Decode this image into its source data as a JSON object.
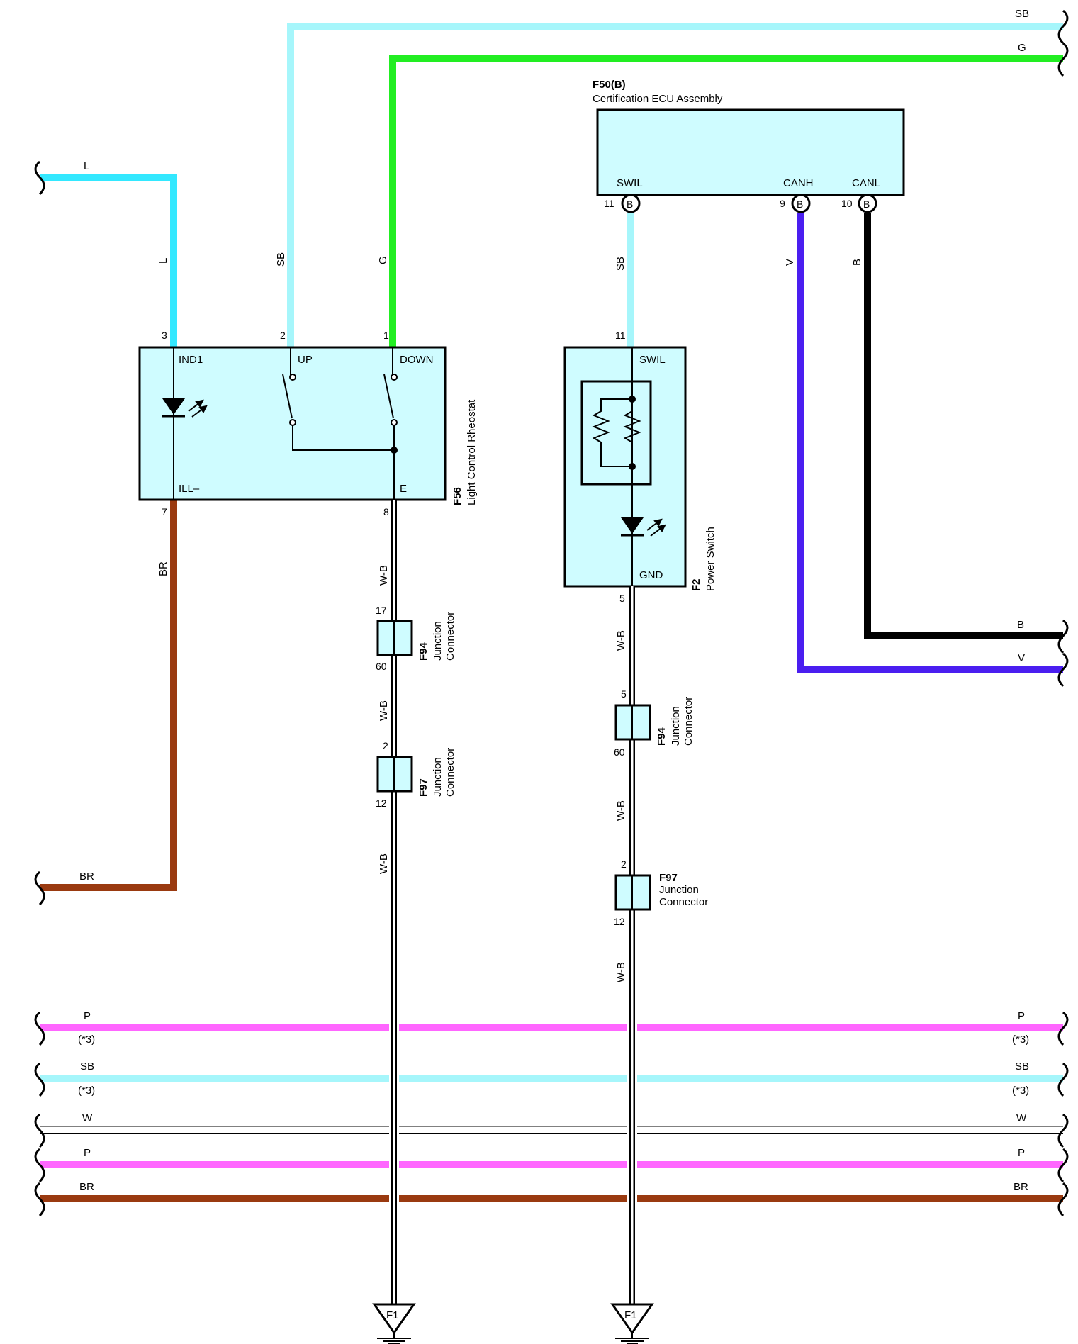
{
  "colors": {
    "L": "#33e8ff",
    "SB": "#a6f6fb",
    "G": "#22ee22",
    "V": "#4a1ef0",
    "B": "#000000",
    "BR": "#9a3a10",
    "P": "#ff66ff",
    "W": "#ffffff",
    "component_fill": "#cffcff"
  },
  "wire_colors": {
    "L": "L",
    "SB": "SB",
    "G": "G",
    "V": "V",
    "B": "B",
    "BR": "BR",
    "P": "P",
    "W": "W",
    "WB": "W-B"
  },
  "notes": {
    "star3": "(*3)"
  },
  "components": {
    "f50": {
      "ref": "F50(B)",
      "name": "Certification ECU Assembly",
      "terminals": [
        "SWIL",
        "CANH",
        "CANL"
      ],
      "pins": [
        "11",
        "9",
        "10"
      ],
      "connector_mark": "B"
    },
    "f56": {
      "ref": "F56",
      "name": "Light Control Rheostat",
      "terminals": {
        "ind1": "IND1",
        "up": "UP",
        "down": "DOWN",
        "ill": "ILL–",
        "e": "E"
      },
      "pins": {
        "ind1": "3",
        "up": "2",
        "down": "1",
        "ill": "7",
        "e": "8"
      }
    },
    "f2": {
      "ref": "F2",
      "name": "Power Switch",
      "terminals": {
        "swil": "SWIL",
        "gnd": "GND"
      },
      "pins": {
        "swil": "11",
        "gnd": "5"
      }
    },
    "f94_left": {
      "ref": "F94",
      "name1": "Junction",
      "name2": "Connector",
      "pin_top": "17",
      "pin_bottom": "60"
    },
    "f97_left": {
      "ref": "F97",
      "name1": "Junction",
      "name2": "Connector",
      "pin_top": "2",
      "pin_bottom": "12"
    },
    "f94_right": {
      "ref": "F94",
      "name1": "Junction",
      "name2": "Connector",
      "pin_top": "5",
      "pin_bottom": "60"
    },
    "f97_right": {
      "ref": "F97",
      "name1": "Junction",
      "name2": "Connector",
      "pin_top": "2",
      "pin_bottom": "12"
    }
  },
  "grounds": [
    "F1",
    "F1"
  ]
}
